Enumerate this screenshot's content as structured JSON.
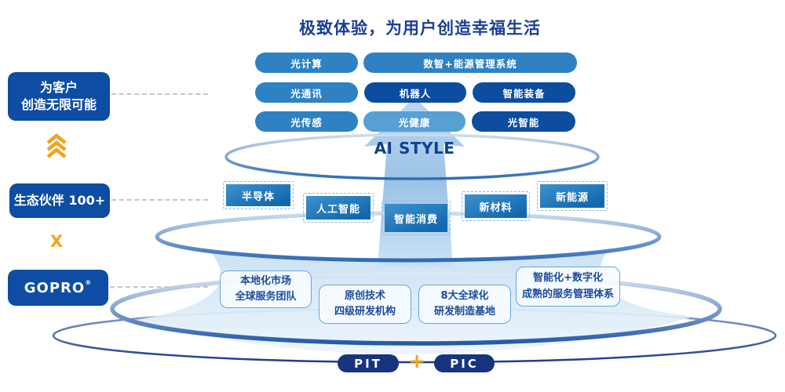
{
  "header": {
    "title": "极致体验，为用户创造幸福生活"
  },
  "left_rail": {
    "customer_box": {
      "line1": "为客户",
      "line2": "创造无限可能"
    },
    "chevron_icon": "triple-chevron-up",
    "partners_box": {
      "label": "生态伙伴 100+"
    },
    "multiply_symbol": "X",
    "brand_box": {
      "label": "GOPRO",
      "trademark": "®"
    }
  },
  "product_pills": {
    "rows": [
      [
        {
          "label": "光计算",
          "tone": "light"
        },
        {
          "label": "数智+能源管理系统",
          "tone": "light"
        }
      ],
      [
        {
          "label": "光通讯",
          "tone": "light"
        },
        {
          "label": "机器人",
          "tone": "dark"
        },
        {
          "label": "智能装备",
          "tone": "dark"
        }
      ],
      [
        {
          "label": "光传感",
          "tone": "light"
        },
        {
          "label": "光健康",
          "tone": "sky"
        },
        {
          "label": "光智能",
          "tone": "dark"
        }
      ]
    ]
  },
  "core_label": "AI STYLE",
  "ecosystem_boxes": [
    {
      "label": "半导体"
    },
    {
      "label": "人工智能"
    },
    {
      "label": "智能消费"
    },
    {
      "label": "新材料"
    },
    {
      "label": "新能源"
    }
  ],
  "capability_boxes": [
    {
      "line1": "本地化市场",
      "line2": "全球服务团队"
    },
    {
      "line1": "原创技术",
      "line2": "四级研发机构"
    },
    {
      "line1": "8大全球化",
      "line2": "研发制造基地"
    },
    {
      "line1": "智能化+数字化",
      "line2": "成熟的服务管理体系"
    }
  ],
  "footer": {
    "pit": "PIT",
    "plus": "+",
    "pic": "PIC"
  },
  "colors": {
    "navy": "#16357E",
    "deep_blue": "#0D4DA3",
    "dark_pill": "#0C4DA0",
    "light_pill": "#2E82C3",
    "sky_pill": "#57A0D3",
    "gold": "#F0A41C",
    "title_text": "#1C3F94",
    "outline_blue": "#69A6DA"
  }
}
